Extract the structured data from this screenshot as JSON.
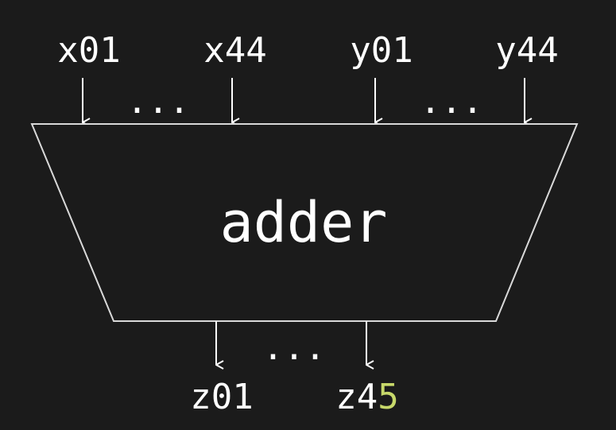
{
  "block": {
    "label": "adder"
  },
  "inputs": {
    "x_first": "x01",
    "x_last": "x44",
    "y_first": "y01",
    "y_last": "y44",
    "x_ellipsis": "...",
    "y_ellipsis": "..."
  },
  "outputs": {
    "z_first": "z01",
    "z_last_prefix": "z4",
    "z_last_highlight": "5",
    "z_ellipsis": "..."
  },
  "colors": {
    "background": "#1b1b1b",
    "foreground": "#ffffff",
    "outline": "#d9d9d9",
    "highlight": "#c7d86a"
  }
}
